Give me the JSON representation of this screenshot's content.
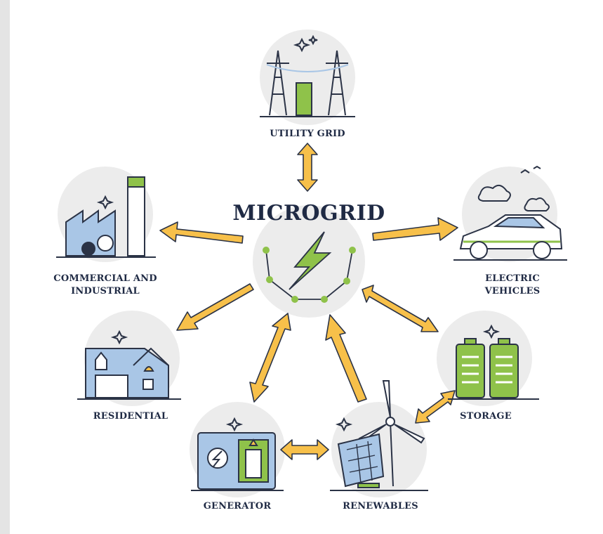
{
  "diagram": {
    "title": "MICROGRID",
    "nodes": {
      "utility": {
        "label": "UTILITY GRID",
        "icon": "power-tower-icon"
      },
      "commercial": {
        "label_line1": "COMMERCIAL AND",
        "label_line2": "INDUSTRIAL",
        "icon": "factory-icon"
      },
      "ev": {
        "label_line1": "ELECTRIC",
        "label_line2": "VEHICLES",
        "icon": "electric-car-icon"
      },
      "residential": {
        "label": "RESIDENTIAL",
        "icon": "house-icon"
      },
      "storage": {
        "label": "STORAGE",
        "icon": "battery-icon"
      },
      "generator": {
        "label": "GENERATOR",
        "icon": "generator-icon"
      },
      "renewables": {
        "label": "RENEWABLES",
        "icon": "solar-wind-icon"
      }
    },
    "colors": {
      "arrow": "#f7c04a",
      "outline": "#2b3346",
      "circle": "#ececec",
      "accent_green": "#8fc24a",
      "accent_blue": "#a9c6e6",
      "accent_yellow": "#f7c04a"
    }
  }
}
